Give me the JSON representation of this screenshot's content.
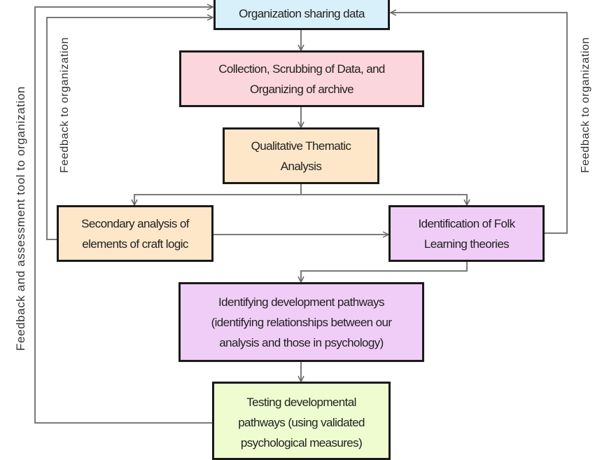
{
  "boxes": {
    "org": {
      "label": "Organization sharing data",
      "color": "#d8f0fa"
    },
    "collection": {
      "label": "Collection, Scrubbing of Data, and\nOrganizing of archive",
      "color": "#fcd6dd"
    },
    "thematic": {
      "label": "Qualitative Thematic\nAnalysis",
      "color": "#fde7c8"
    },
    "secondary": {
      "label": "Secondary analysis of\nelements of craft logic",
      "color": "#fde7c8"
    },
    "folk": {
      "label": "Identification of Folk\nLearning theories",
      "color": "#f0cdf7"
    },
    "pathways": {
      "label": "Identifying development pathways\n(identifying relationships between our\nanalysis and those in psychology)",
      "color": "#f0cdf7"
    },
    "testing": {
      "label": "Testing developmental\npathways (using validated\npsychological measures)",
      "color": "#eefccf"
    }
  },
  "labels": {
    "outer_left": "Feedback and assessment tool to organization",
    "inner_left": "Feedback to organization",
    "right": "Feedback to organization"
  }
}
